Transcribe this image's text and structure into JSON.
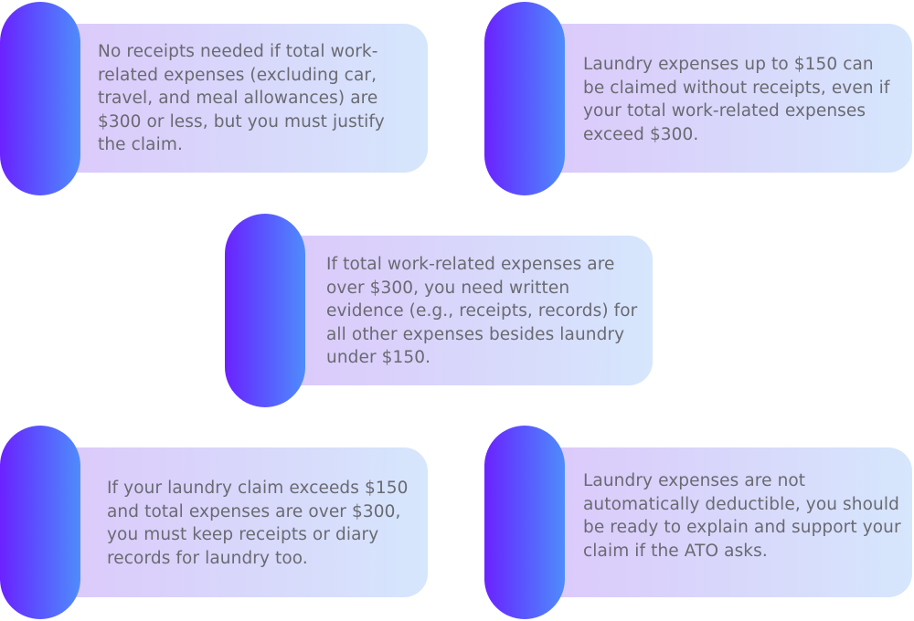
{
  "colors": {
    "pill_start": "#6b22ff",
    "pill_end": "#4f8cfb",
    "panel_start": "#dcc8fb",
    "panel_end": "#d6e6fc",
    "text": "#6a6a72"
  },
  "cards": [
    {
      "text": "No receipts needed if total work-related expenses (excluding car, travel, and meal allowances) are $300 or less, but you must justify the claim."
    },
    {
      "text": "Laundry expenses up to $150 can be claimed without receipts, even if your total work-related expenses exceed $300."
    },
    {
      "text": "If total work-related expenses are over $300, you need written evidence (e.g., receipts, records) for all other expenses besides laundry under $150."
    },
    {
      "text": "If your laundry claim exceeds $150 and total expenses are over $300, you must keep receipts or diary records for laundry too."
    },
    {
      "text": "Laundry expenses are not automatically deductible, you should be ready to explain and support your claim if the ATO asks."
    }
  ]
}
